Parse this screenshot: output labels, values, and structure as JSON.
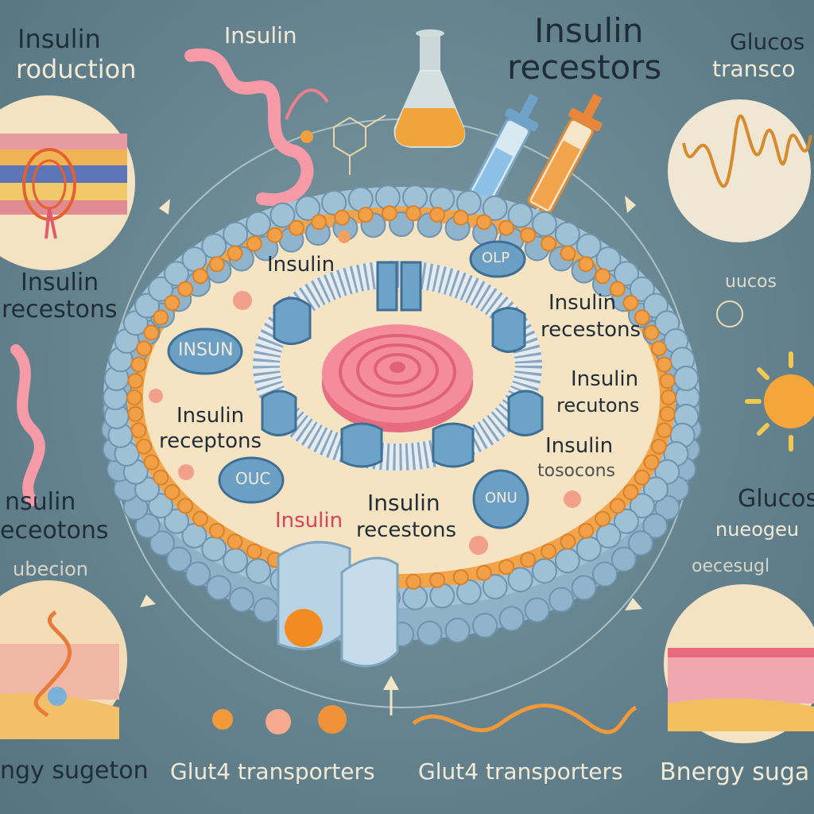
{
  "labels": {
    "top_left_title": "Insulin",
    "top_left_sub": "roduction",
    "top_center_small": "Insulin",
    "top_right_title": "Insulin",
    "top_right_sub": "recestors",
    "top_far_right_title": "Glucos",
    "top_far_right_sub": "transco",
    "left_mid_title": "Insulin",
    "left_mid_sub": "recestons",
    "left_low_title": "nsulin",
    "left_low_sub": "eceotons",
    "left_low_faint": "ubecion",
    "right_mid_faint": "uucos",
    "right_low_title": "Glucos",
    "right_low_sub": "nueogeu",
    "right_low_faint": "oecesugl",
    "bottom_left": "ngy sugeton",
    "bottom_center_left": "Glut4 transporters",
    "bottom_center_right": "Glut4 transporters",
    "bottom_right": "Bnergy suga",
    "cell_insulin_top": "Insulin",
    "cell_right_a_title": "Insulin",
    "cell_right_a_sub": "recestons",
    "cell_right_b_title": "Insulin",
    "cell_right_b_sub": "recutons",
    "cell_right_c_title": "Insulin",
    "cell_right_c_sub": "tosocons",
    "cell_left_title": "Insulin",
    "cell_left_sub": "receptons",
    "cell_bottom_title": "Insulin",
    "cell_bottom_sub": "recestons",
    "cell_bottom_pink": "Insulin",
    "pill_left": "INSUN",
    "pill_top_right": "OLP",
    "pill_bottom_left": "OUC",
    "pill_bottom_right": "ONU"
  },
  "colors": {
    "background": "#66848f",
    "membrane_bead": "#9fc1d6",
    "inner_bead": "#f2a048",
    "cytoplasm": "#f6e3c1",
    "insulin_coil": "#f07a8c",
    "receptor": "#6ea3c8"
  }
}
